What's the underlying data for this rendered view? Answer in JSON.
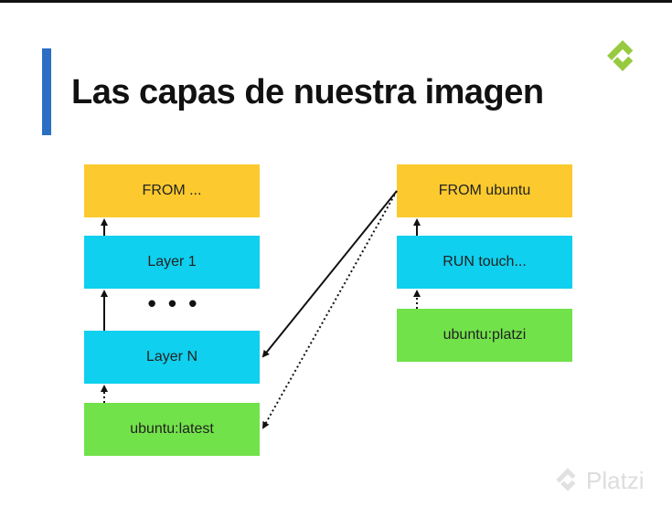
{
  "slide": {
    "title": "Las capas de nuestra imagen"
  },
  "diagram": {
    "left_stack": [
      {
        "label": "FROM ...",
        "color": "#fcca2e"
      },
      {
        "label": "Layer 1",
        "color": "#0fd0ee"
      },
      {
        "label": "Layer N",
        "color": "#0fd0ee"
      },
      {
        "label": "ubuntu:latest",
        "color": "#72e24a"
      }
    ],
    "ellipsis": "• • •",
    "right_stack": [
      {
        "label": "FROM ubuntu",
        "color": "#fcca2e"
      },
      {
        "label": "RUN touch...",
        "color": "#0fd0ee"
      },
      {
        "label": "ubuntu:platzi",
        "color": "#72e24a"
      }
    ]
  },
  "branding": {
    "logo_icon": "platzi-logo-icon",
    "logo_color": "#98ca3f",
    "watermark": "Platzi"
  },
  "colors": {
    "accent_bar": "#2a6fc4",
    "text": "#111111"
  }
}
